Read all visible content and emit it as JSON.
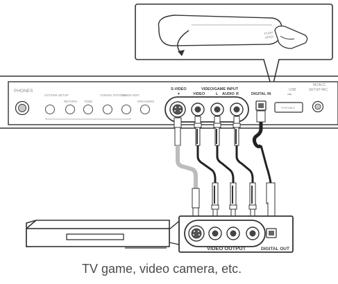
{
  "caption": "TV game, video camera, etc.",
  "zoom_panel": {
    "text_lines": [
      "PUSH",
      "OPEN"
    ],
    "arrow_icon": "curved-arrow-icon",
    "hand_icon": "pressing-finger-icon"
  },
  "receiver": {
    "phones": "PHONES",
    "buttons": [
      "SYSTEM SETUP",
      "RETURN",
      "TONE",
      "TUNING STATION",
      "TUNER EDIT",
      "SPEAKERS"
    ],
    "group_labels": [
      "S-VIDEO",
      "VIDEO/GAME INPUT",
      "VIDEO",
      "L",
      "AUDIO",
      "R",
      "DIGITAL IN"
    ],
    "usb": "USB",
    "usb_slot": "PORTABLE",
    "mcacc": [
      "MCACC",
      "SETUP MIC"
    ]
  },
  "device": {
    "video_output": "VIDEO OUTPUT",
    "digital_out": "DIGITAL OUT"
  },
  "colors": {
    "line": "#333333",
    "cable_dark": "#222222",
    "cable_light": "#bcbcbc",
    "panel_fill": "#ffffff"
  }
}
